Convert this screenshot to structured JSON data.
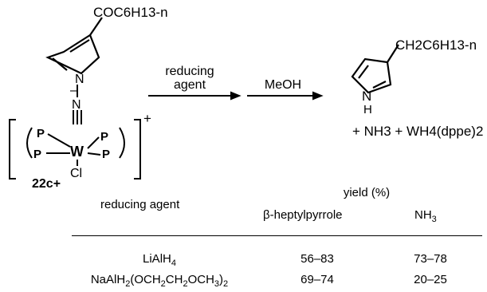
{
  "scheme": {
    "reactant": {
      "substituent": "COC6H13-n",
      "ligand_atom": "P",
      "metal": "W",
      "halide": "Cl",
      "charge": "+",
      "label": "22c+"
    },
    "arrow_above_1": "reducing",
    "arrow_above_2": "agent",
    "arrow2_label": "MeOH",
    "product": {
      "substituent": "CH2C6H13-n",
      "nh": "N",
      "h": "H",
      "coproducts": "+ NH3 + WH4(dppe)2"
    }
  },
  "table": {
    "col_header_reagent": "reducing agent",
    "col_header_yield": "yield (%)",
    "col_sub_pyrrole": "β-heptylpyrrole",
    "col_sub_nh3": "NH3",
    "rows": [
      {
        "agent": "LiAlH4",
        "pyrrole_yield": "56–83",
        "nh3_yield": "73–78"
      },
      {
        "agent": "NaAlH2(OCH2CH2OCH3)2",
        "pyrrole_yield": "69–74",
        "nh3_yield": "20–25"
      }
    ]
  }
}
